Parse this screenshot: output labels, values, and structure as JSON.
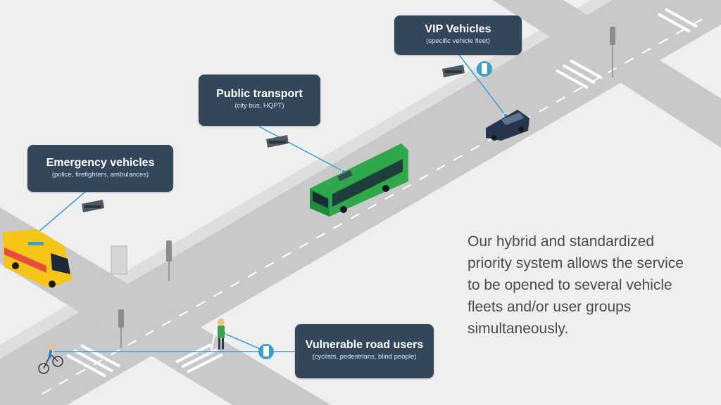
{
  "labels": {
    "vip": {
      "title": "VIP Vehicles",
      "subtitle": "(specific vehicle fleet)"
    },
    "public": {
      "title": "Public transport",
      "subtitle": "(city bus, HQPT)"
    },
    "emergency": {
      "title": "Emergency vehicles",
      "subtitle": "(police, firefighters, ambulances)"
    },
    "vulnerable": {
      "title": "Vulnerable road users",
      "subtitle": "(cyclists, pedestrians, blind people)"
    }
  },
  "tagline": "Our hybrid and standardized priority system allows the service to be opened to several vehicle fleets and/or user groups simultaneously.",
  "colors": {
    "label_bg": "#34465a",
    "connector": "#3aa0c8",
    "bus": "#2ea84a",
    "ambulance": "#f5c518",
    "vip_car": "#27364e",
    "road": "#c9c9c9",
    "background": "#efefef"
  },
  "icons": [
    "roadside-sensor-icon",
    "smartphone-icon",
    "traffic-light-icon",
    "cyclist-icon",
    "pedestrian-icon"
  ]
}
